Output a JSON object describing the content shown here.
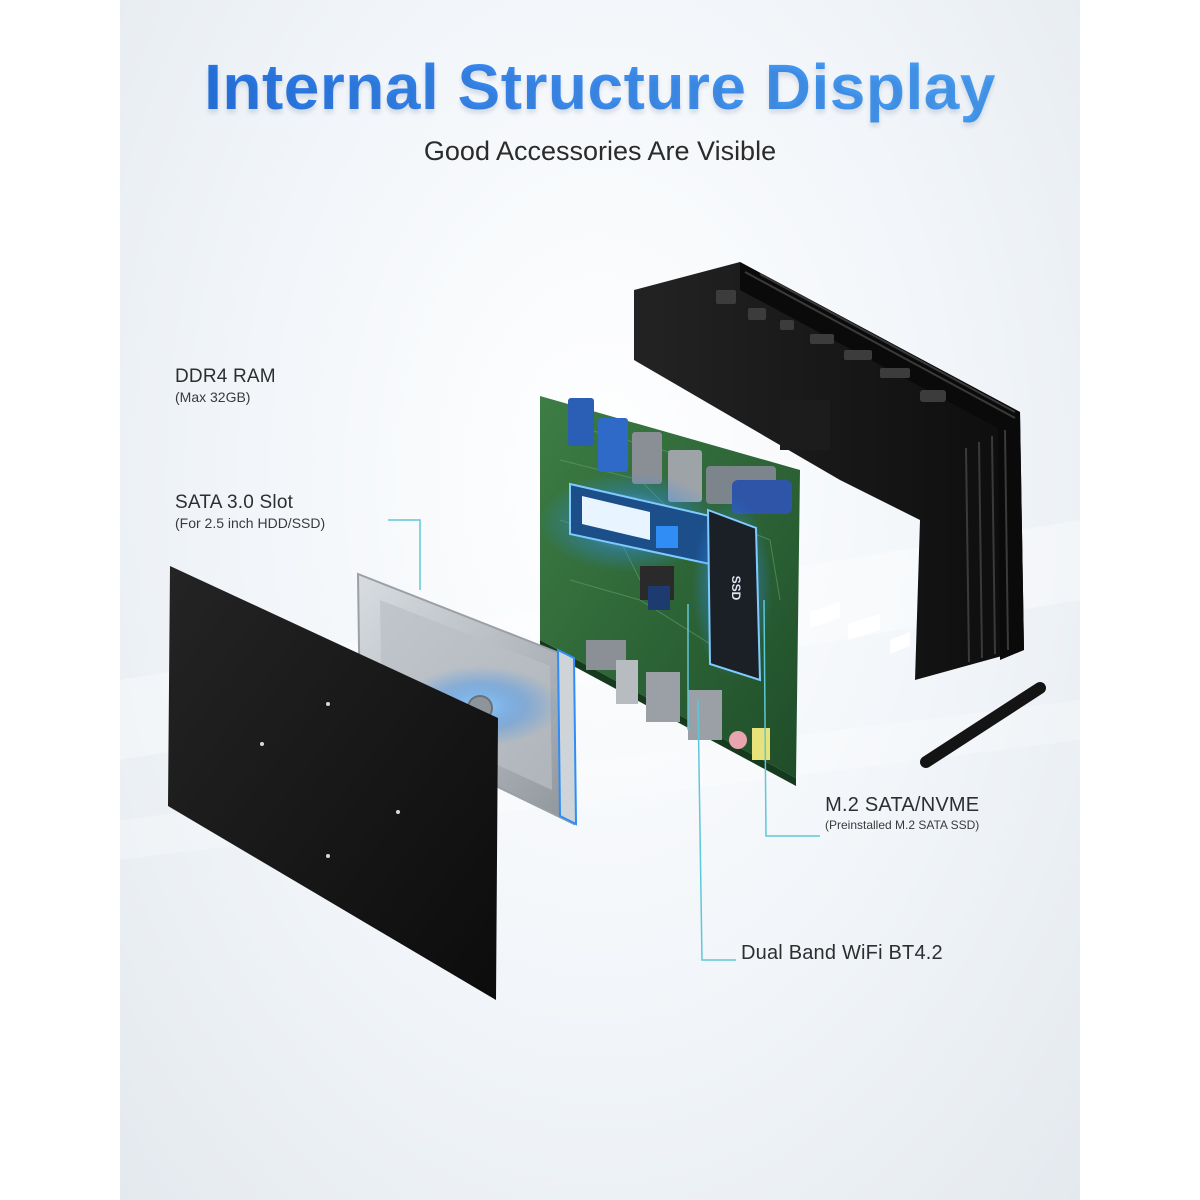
{
  "title": "Internal Structure Display",
  "subtitle": "Good Accessories Are Visible",
  "callouts": {
    "ram": {
      "main": "DDR4 RAM",
      "sub": "(Max 32GB)"
    },
    "sata": {
      "main": "SATA 3.0 Slot",
      "sub": "(For 2.5 inch HDD/SSD)"
    },
    "m2": {
      "main": "M.2 SATA/NVME",
      "sub": "(Preinstalled M.2 SATA SSD)"
    },
    "wifi": {
      "main": "Dual Band WiFi BT4.2"
    }
  },
  "ssd_label": "SSD",
  "colors": {
    "title_gradient_start": "#1f6fe0",
    "title_gradient_end": "#4aa3f6",
    "highlight_glow": "#2f8df5",
    "pcb_green": "#2f6a3a",
    "chassis_black": "#161616",
    "leader_line": "#5fc7d8"
  },
  "icons": [
    "heatsink-chassis",
    "motherboard",
    "ssd-2-5-inch",
    "bottom-cover-plate",
    "wifi-antenna",
    "ram-module",
    "m2-ssd-module"
  ]
}
